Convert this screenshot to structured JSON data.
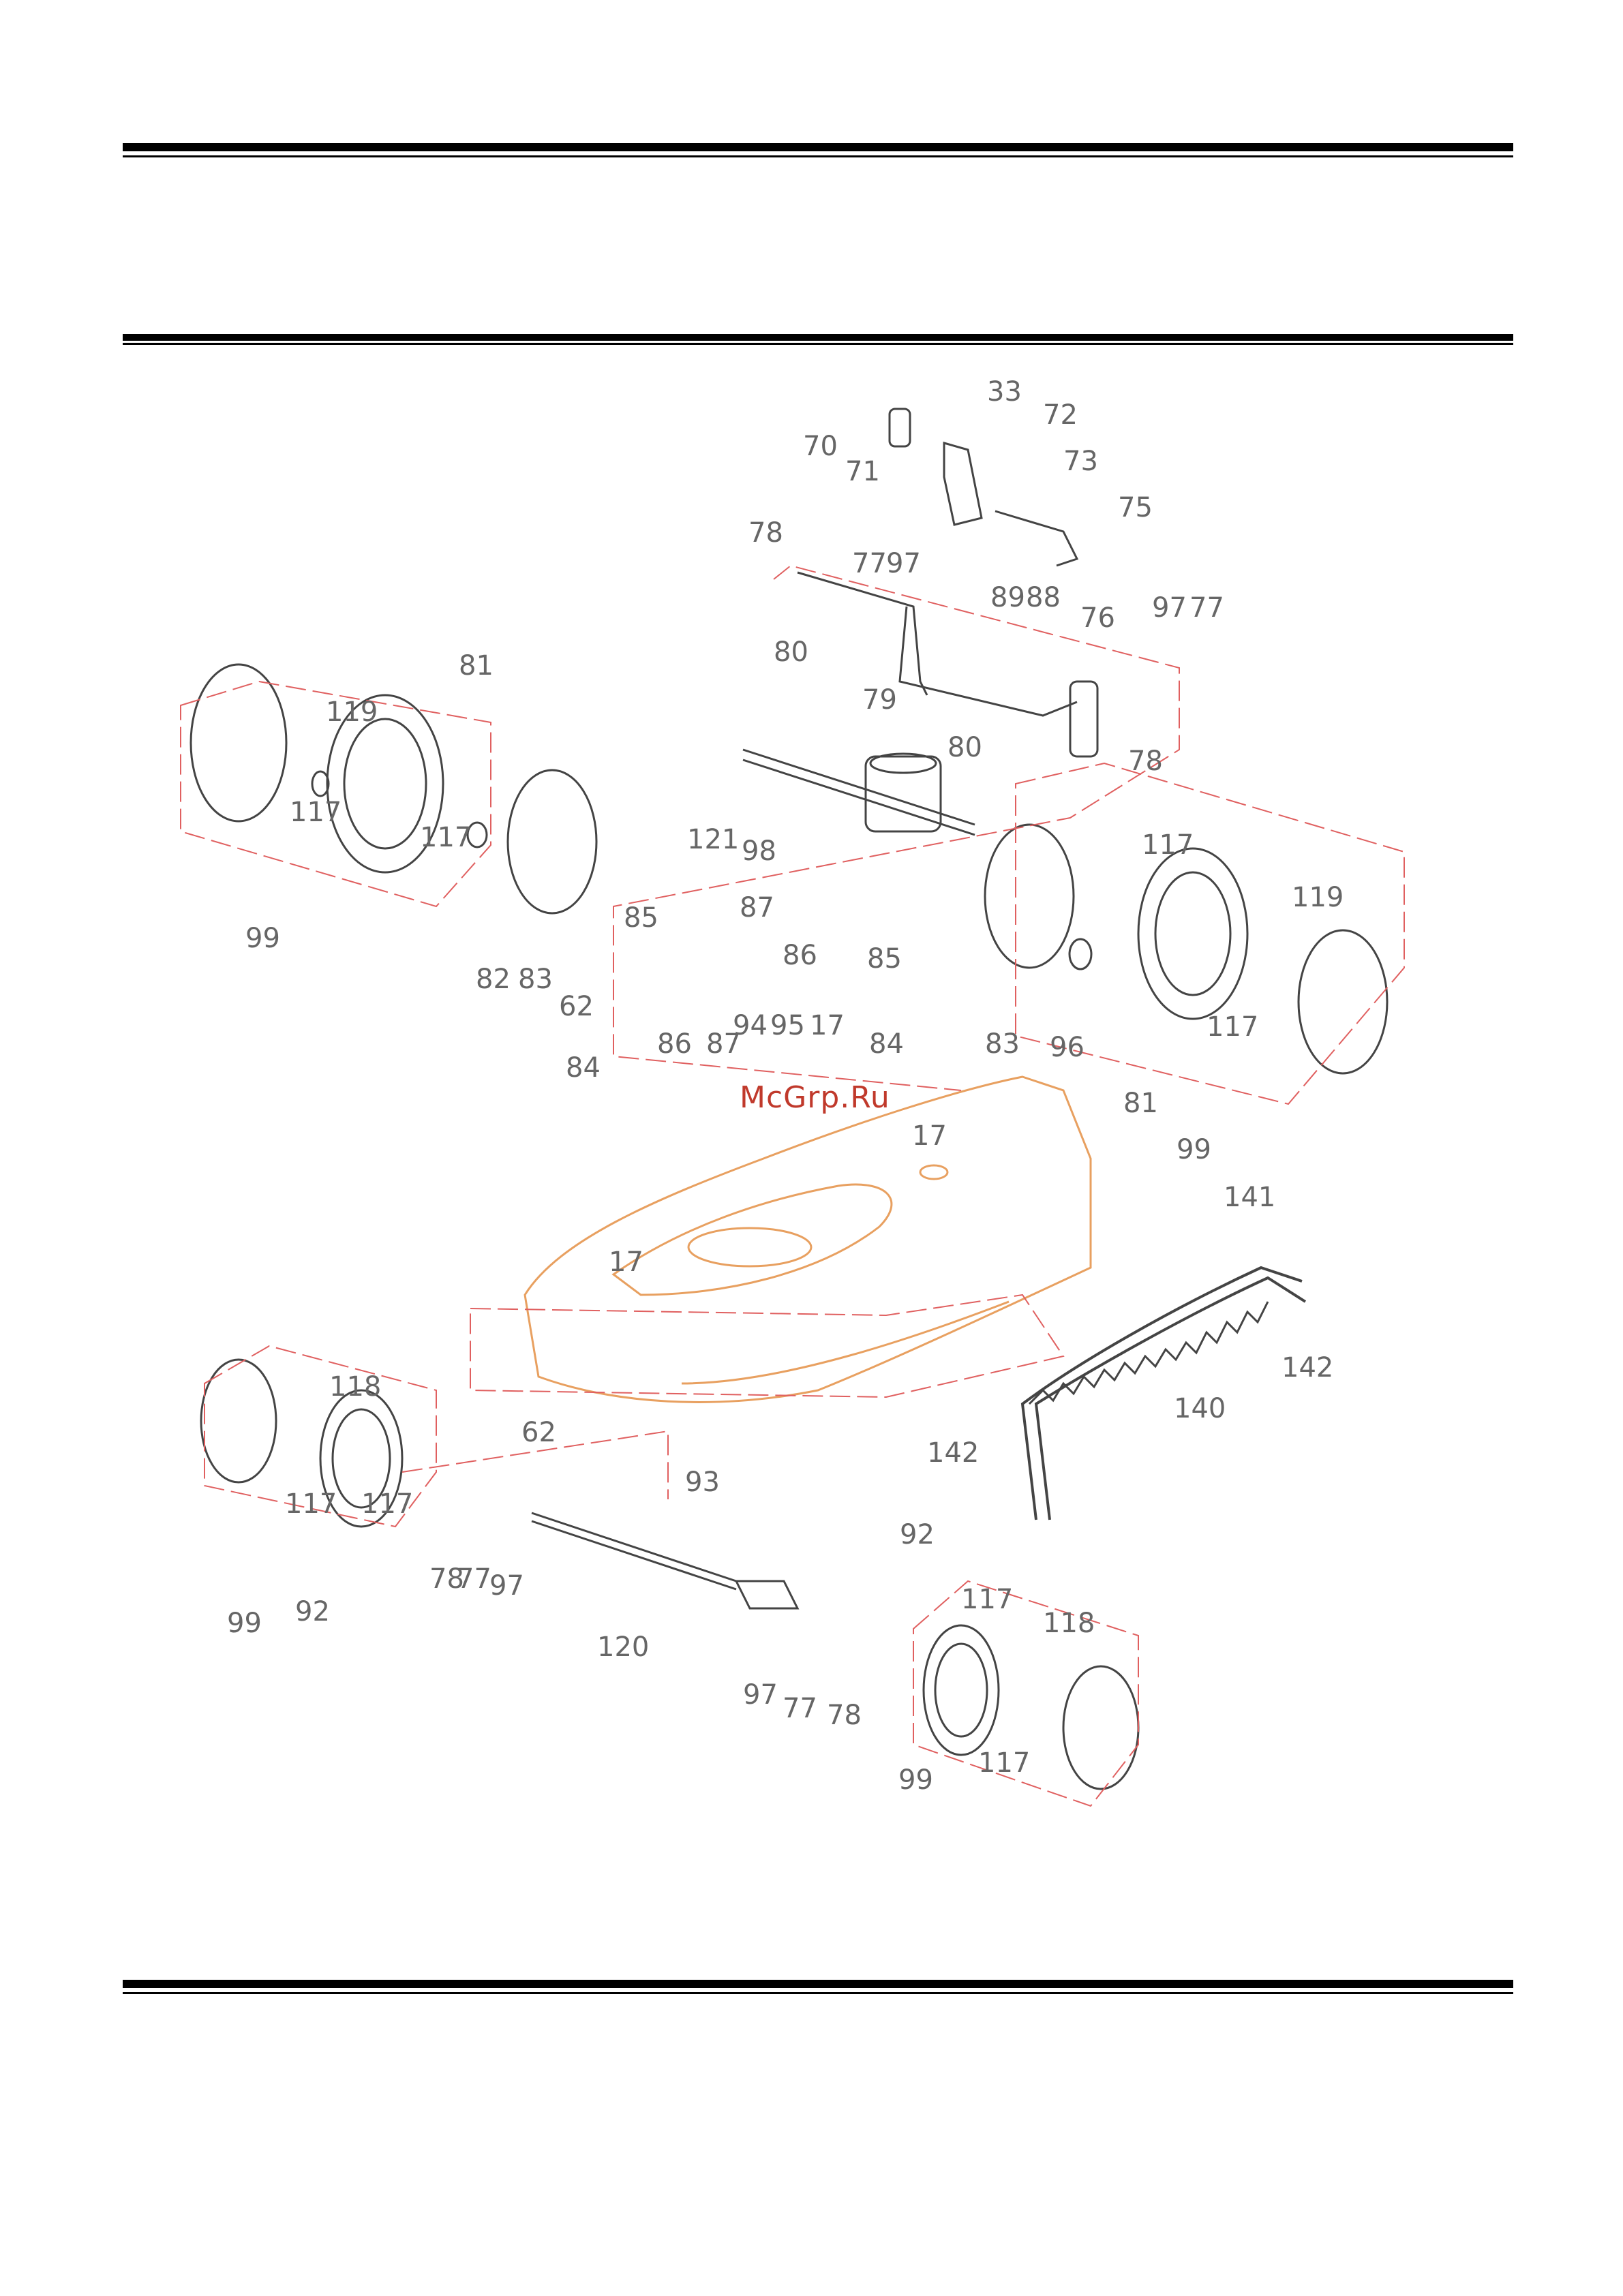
{
  "watermark": "McGrp.Ru",
  "colors": {
    "rule": "#000000",
    "deck": "#e8a060",
    "leader": "#e06060",
    "part": "#333333",
    "label": "#666666"
  },
  "labels": [
    "33",
    "70",
    "71",
    "72",
    "73",
    "75",
    "78",
    "77",
    "97",
    "89",
    "88",
    "76",
    "97",
    "77",
    "78",
    "80",
    "79",
    "80",
    "121",
    "98",
    "81",
    "119",
    "117",
    "117",
    "99",
    "82",
    "83",
    "62",
    "84",
    "85",
    "87",
    "86",
    "85",
    "86",
    "87",
    "94",
    "95",
    "17",
    "84",
    "83",
    "96",
    "117",
    "119",
    "117",
    "81",
    "99",
    "17",
    "141",
    "17",
    "142",
    "140",
    "142",
    "118",
    "117",
    "117",
    "99",
    "92",
    "62",
    "93",
    "78",
    "77",
    "97",
    "120",
    "92",
    "117",
    "118",
    "97",
    "77",
    "78",
    "117",
    "99"
  ]
}
